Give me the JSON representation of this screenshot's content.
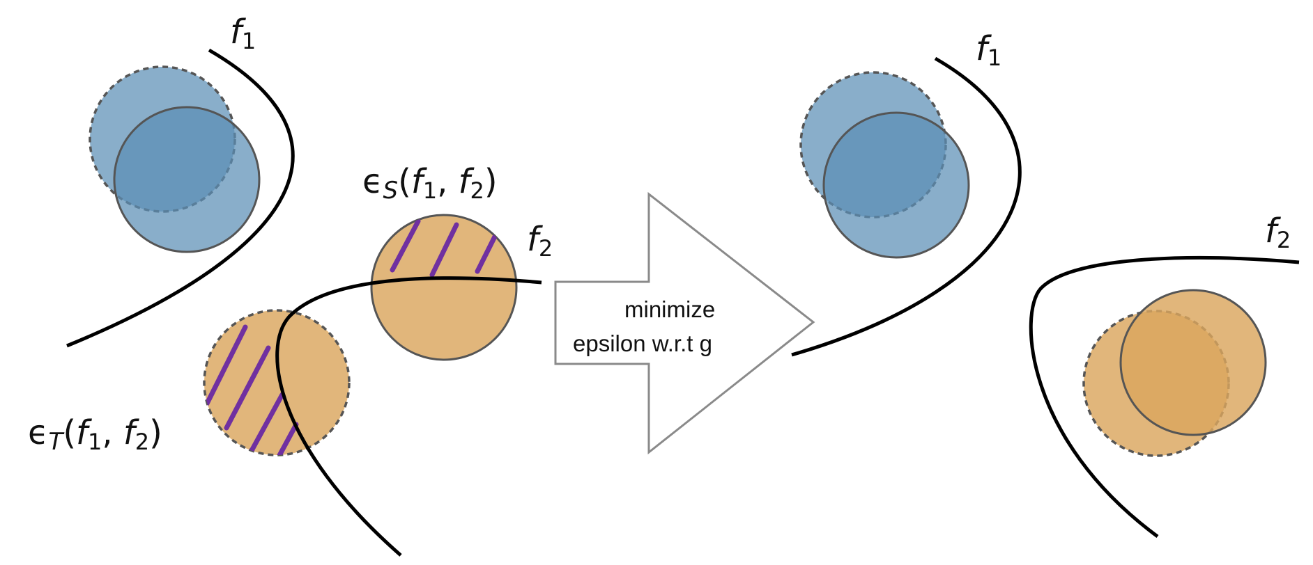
{
  "labels": {
    "f1": "f",
    "f2": "f",
    "sub1": "1",
    "sub2": "2",
    "eps": "ϵ",
    "S": "S",
    "T": "T",
    "open": "(",
    "comma": ", ",
    "close": ")"
  },
  "arrow": {
    "line1": "minimize",
    "line2": "epsilon w.r.t g"
  },
  "colors": {
    "source": "#5b8fb5",
    "target": "#daa65e",
    "hatch": "#7030a0",
    "curve": "#000000",
    "arrow_outline": "#8a8a8a"
  }
}
